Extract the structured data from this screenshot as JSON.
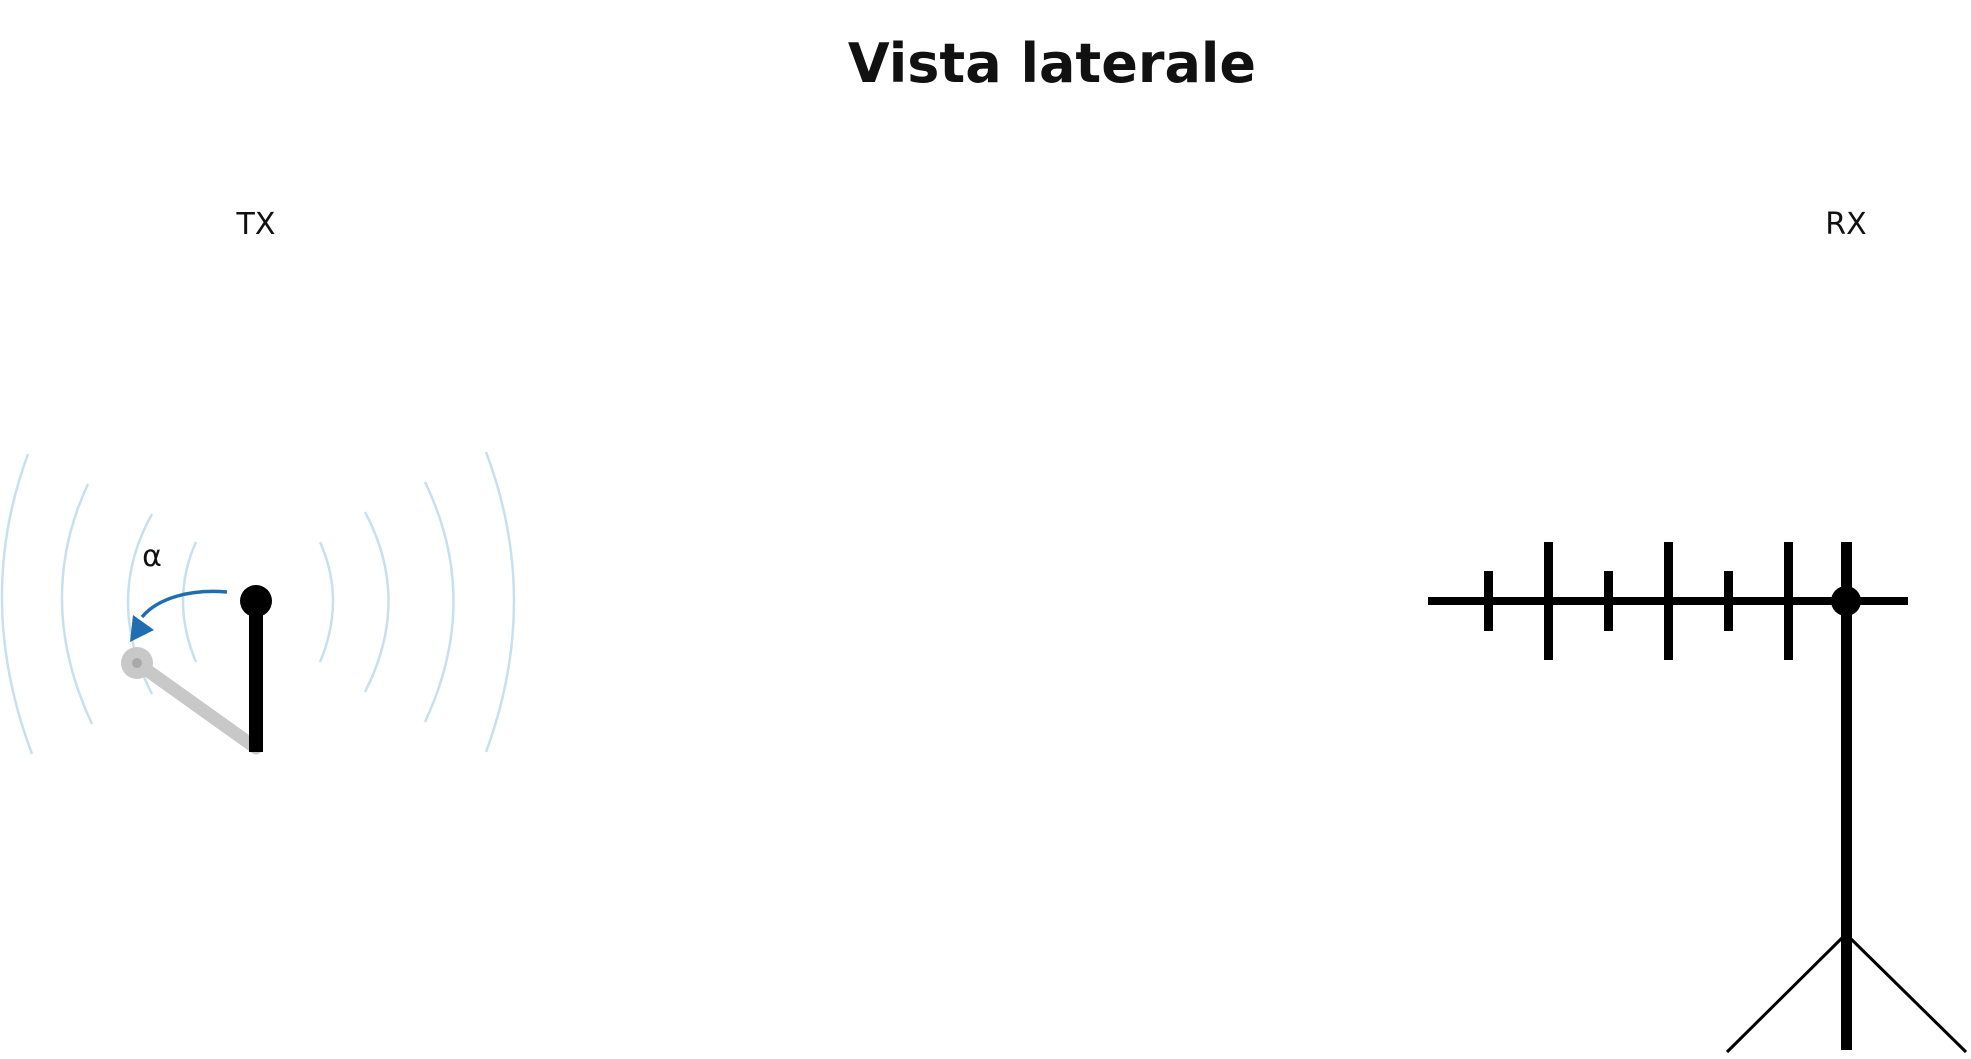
{
  "title": "Vista laterale",
  "tx": {
    "label": "TX",
    "rotation_label": "α"
  },
  "rx": {
    "label": "RX"
  },
  "colors": {
    "antenna": "#000000",
    "wave": "#c8e0ee",
    "arrow": "#1f6fb0",
    "ghost": "#c8c8c8"
  }
}
